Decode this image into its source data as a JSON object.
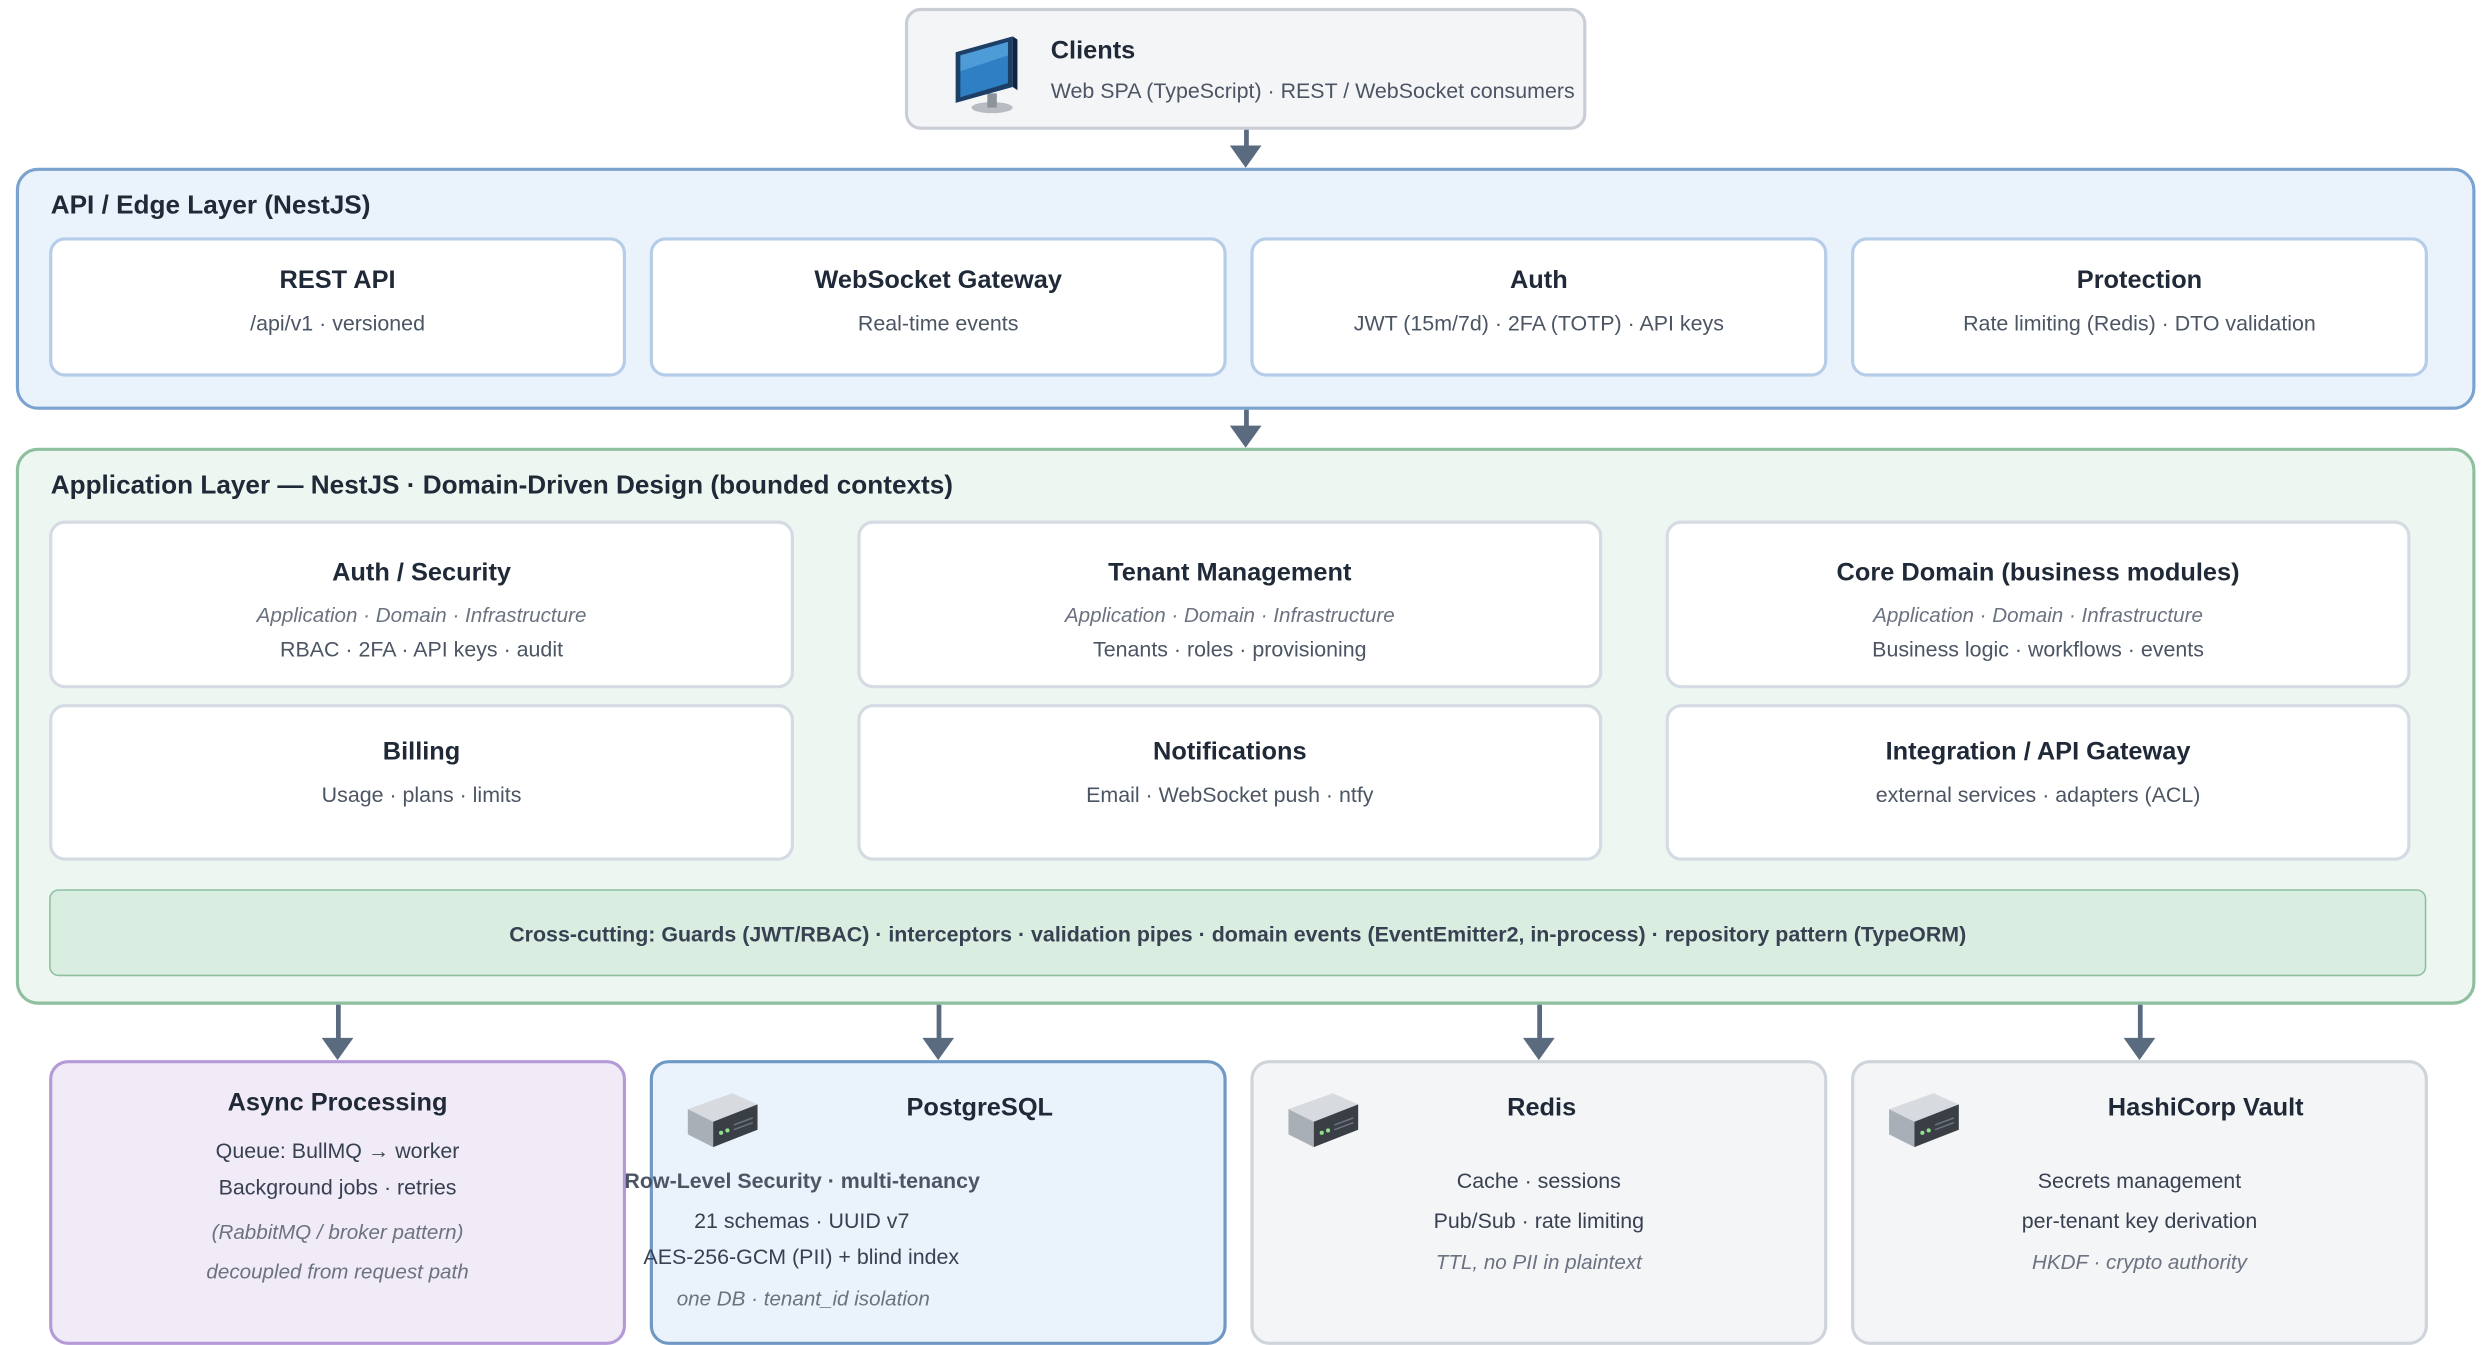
{
  "clients": {
    "title": "Clients",
    "subtitle": "Web SPA (TypeScript) · REST / WebSocket consumers",
    "icon": "monitor-icon"
  },
  "api_layer": {
    "title": "API / Edge Layer (NestJS)",
    "cards": [
      {
        "title": "REST API",
        "subtitle": "/api/v1 · versioned"
      },
      {
        "title": "WebSocket Gateway",
        "subtitle": "Real-time events"
      },
      {
        "title": "Auth",
        "subtitle": "JWT (15m/7d) · 2FA (TOTP) · API keys"
      },
      {
        "title": "Protection",
        "subtitle": "Rate limiting (Redis) · DTO validation"
      }
    ]
  },
  "app_layer": {
    "title": "Application Layer — NestJS · Domain-Driven Design (bounded contexts)",
    "contexts": [
      {
        "title": "Auth / Security",
        "layers": "Application · Domain · Infrastructure",
        "subtitle": "RBAC · 2FA · API keys · audit"
      },
      {
        "title": "Tenant Management",
        "layers": "Application · Domain · Infrastructure",
        "subtitle": "Tenants · roles · provisioning"
      },
      {
        "title": "Core Domain (business modules)",
        "layers": "Application · Domain · Infrastructure",
        "subtitle": "Business logic · workflows · events"
      },
      {
        "title": "Billing",
        "subtitle": "Usage · plans · limits"
      },
      {
        "title": "Notifications",
        "subtitle": "Email · WebSocket push · ntfy"
      },
      {
        "title": "Integration / API Gateway",
        "subtitle": "external services · adapters (ACL)"
      }
    ],
    "crosscutting": "Cross-cutting: Guards (JWT/RBAC) · interceptors · validation pipes · domain events (EventEmitter2, in-process) · repository pattern (TypeORM)"
  },
  "infrastructure": {
    "async": {
      "title": "Async Processing",
      "lines": [
        "Queue: BullMQ → worker",
        "Background jobs · retries"
      ],
      "notes": [
        "(RabbitMQ / broker pattern)",
        "decoupled from request path"
      ]
    },
    "postgres": {
      "title": "PostgreSQL",
      "highlight": "Row-Level Security · multi-tenancy",
      "lines": [
        "21 schemas · UUID v7",
        "AES-256-GCM (PII) + blind index"
      ],
      "note": "one DB · tenant_id isolation",
      "icon": "server-icon"
    },
    "redis": {
      "title": "Redis",
      "lines": [
        "Cache · sessions",
        "Pub/Sub · rate limiting"
      ],
      "note": "TTL, no PII in plaintext",
      "icon": "server-icon"
    },
    "vault": {
      "title": "HashiCorp Vault",
      "lines": [
        "Secrets management",
        "per-tenant key derivation"
      ],
      "note": "HKDF · crypto authority",
      "icon": "server-icon"
    }
  },
  "colors": {
    "api_layer_bg": "#eaf2fb",
    "app_layer_bg": "#eef6f1",
    "async_bg": "#f1ebf8",
    "arrow": "#5a6b80"
  }
}
